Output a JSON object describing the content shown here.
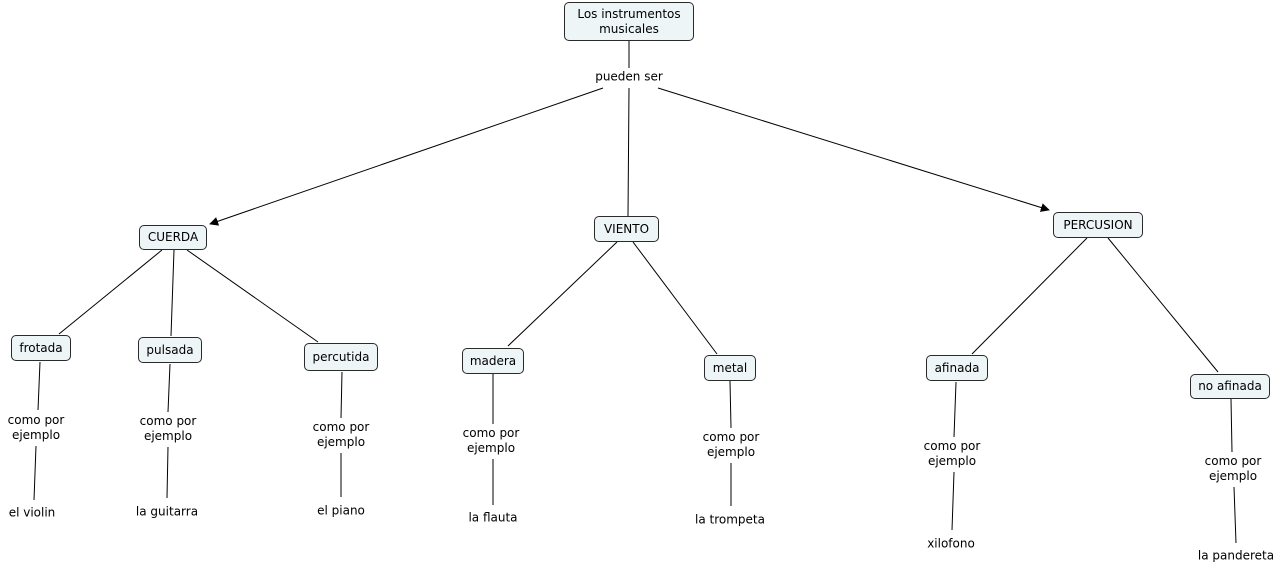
{
  "root": "Los  instrumentos musicales",
  "root_link": "pueden ser",
  "categories": [
    {
      "label": "CUERDA",
      "subs": [
        {
          "label": "frotada",
          "link": "como por ejemplo",
          "example": "el violin"
        },
        {
          "label": "pulsada",
          "link": "como por ejemplo",
          "example": "la guitarra"
        },
        {
          "label": "percutida",
          "link": "como por ejemplo",
          "example": "el piano"
        }
      ]
    },
    {
      "label": "VIENTO",
      "subs": [
        {
          "label": "madera",
          "link": "como por ejemplo",
          "example": "la flauta"
        },
        {
          "label": "metal",
          "link": "como por ejemplo",
          "example": "la trompeta"
        }
      ]
    },
    {
      "label": "PERCUSION",
      "subs": [
        {
          "label": "afinada",
          "link": "como por ejemplo",
          "example": "xilofono"
        },
        {
          "label": "no afinada",
          "link": "como por ejemplo",
          "example": "la pandereta"
        }
      ]
    }
  ],
  "colors": {
    "node_fill": "#eef5f6",
    "node_border": "#2b2b2b",
    "line": "#000000"
  }
}
